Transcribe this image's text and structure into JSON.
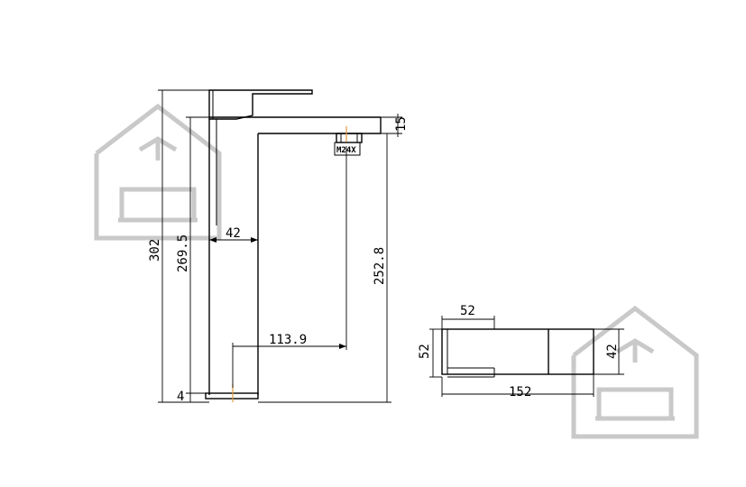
{
  "diagram": {
    "dimensions": {
      "overall_height": "302",
      "spout_height": "269.5",
      "outlet_height": "252.8",
      "base_thickness": "4",
      "body_width": "42",
      "spout_reach": "113.9",
      "spout_thickness": "15",
      "aerator_thread": "M24X",
      "top_view_width": "52",
      "top_view_depth": "52",
      "top_view_length": "152",
      "top_view_spout_width": "42"
    },
    "watermark_icon": "house-sofa-icon",
    "colors": {
      "line": "#000000",
      "watermark": "#c9c9c9",
      "accent": "#e39a3c"
    }
  }
}
